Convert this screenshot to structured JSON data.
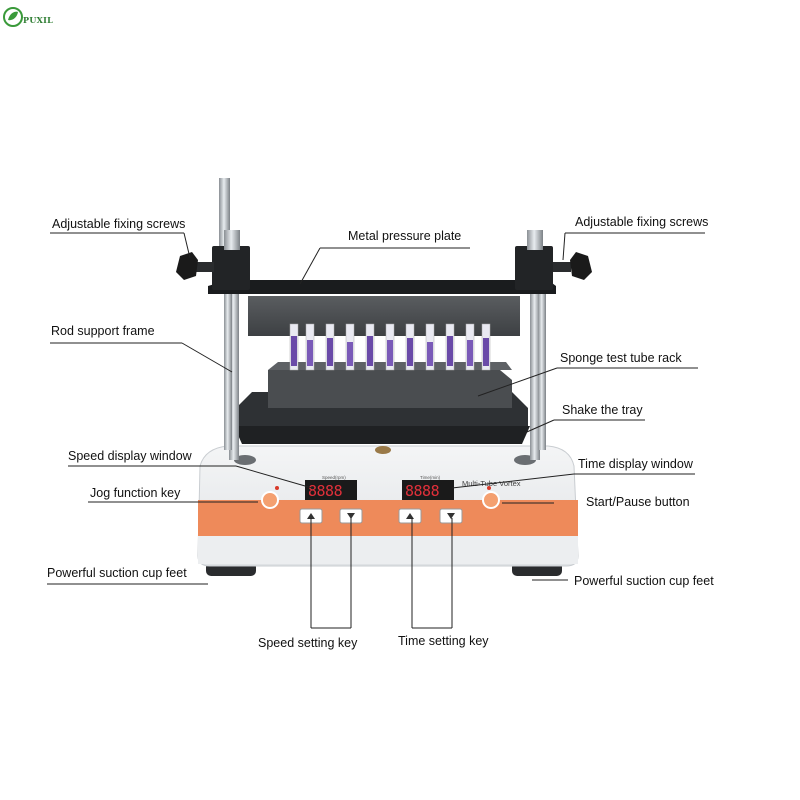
{
  "brand": {
    "name": "PUXIL",
    "color": "#3a9a3a"
  },
  "device": {
    "panel_title": "Multi-Tube Vortex",
    "speed_caption": "Speed(rpm)",
    "time_caption": "Time(min)",
    "speed_display": "8888",
    "time_display": "8888",
    "panel_accent_color": "#ee8a5a",
    "display_color": "#e0303a"
  },
  "callouts": {
    "fixing_screws_left": "Adjustable fixing screws",
    "fixing_screws_right": "Adjustable fixing screws",
    "metal_plate": "Metal pressure plate",
    "rod_frame": "Rod support frame",
    "sponge_rack": "Sponge test tube rack",
    "shake_tray": "Shake the tray",
    "speed_window": "Speed display window",
    "time_window": "Time display window",
    "jog_key": "Jog function key",
    "start_pause": "Start/Pause button",
    "suction_left": "Powerful suction cup feet",
    "suction_right": "Powerful suction cup feet",
    "speed_key": "Speed setting key",
    "time_key": "Time setting key"
  }
}
